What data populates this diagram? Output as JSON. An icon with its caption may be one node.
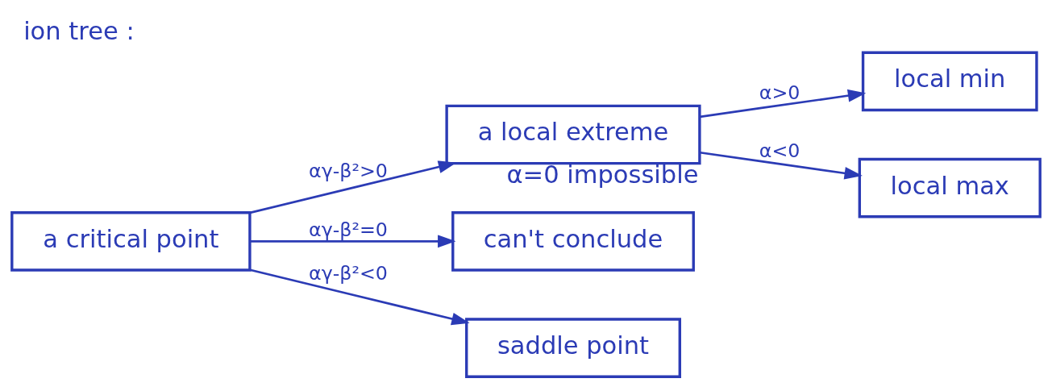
{
  "diagram": {
    "title": "ion tree :",
    "nodes": [
      {
        "text": [
          "a critical point"
        ]
      },
      {
        "text": [
          "a local extreme"
        ],
        "beside": [
          "α=0 impossible"
        ]
      },
      {
        "text": [
          "can't conclude"
        ]
      },
      {
        "text": [
          "saddle point"
        ]
      },
      {
        "text": [
          "local min"
        ]
      },
      {
        "text": [
          "local max"
        ]
      }
    ],
    "edges": [
      {
        "from": 0,
        "to": 1,
        "arrow": "to",
        "label": "αγ-β²>0"
      },
      {
        "from": 0,
        "to": 2,
        "arrow": "to",
        "label": "αγ-β²=0"
      },
      {
        "from": 0,
        "to": 3,
        "arrow": "to",
        "label": "αγ-β²<0"
      },
      {
        "from": 1,
        "to": 4,
        "arrow": "to",
        "label": "α>0"
      },
      {
        "from": 1,
        "to": 5,
        "arrow": "to",
        "label": "α<0"
      }
    ]
  }
}
